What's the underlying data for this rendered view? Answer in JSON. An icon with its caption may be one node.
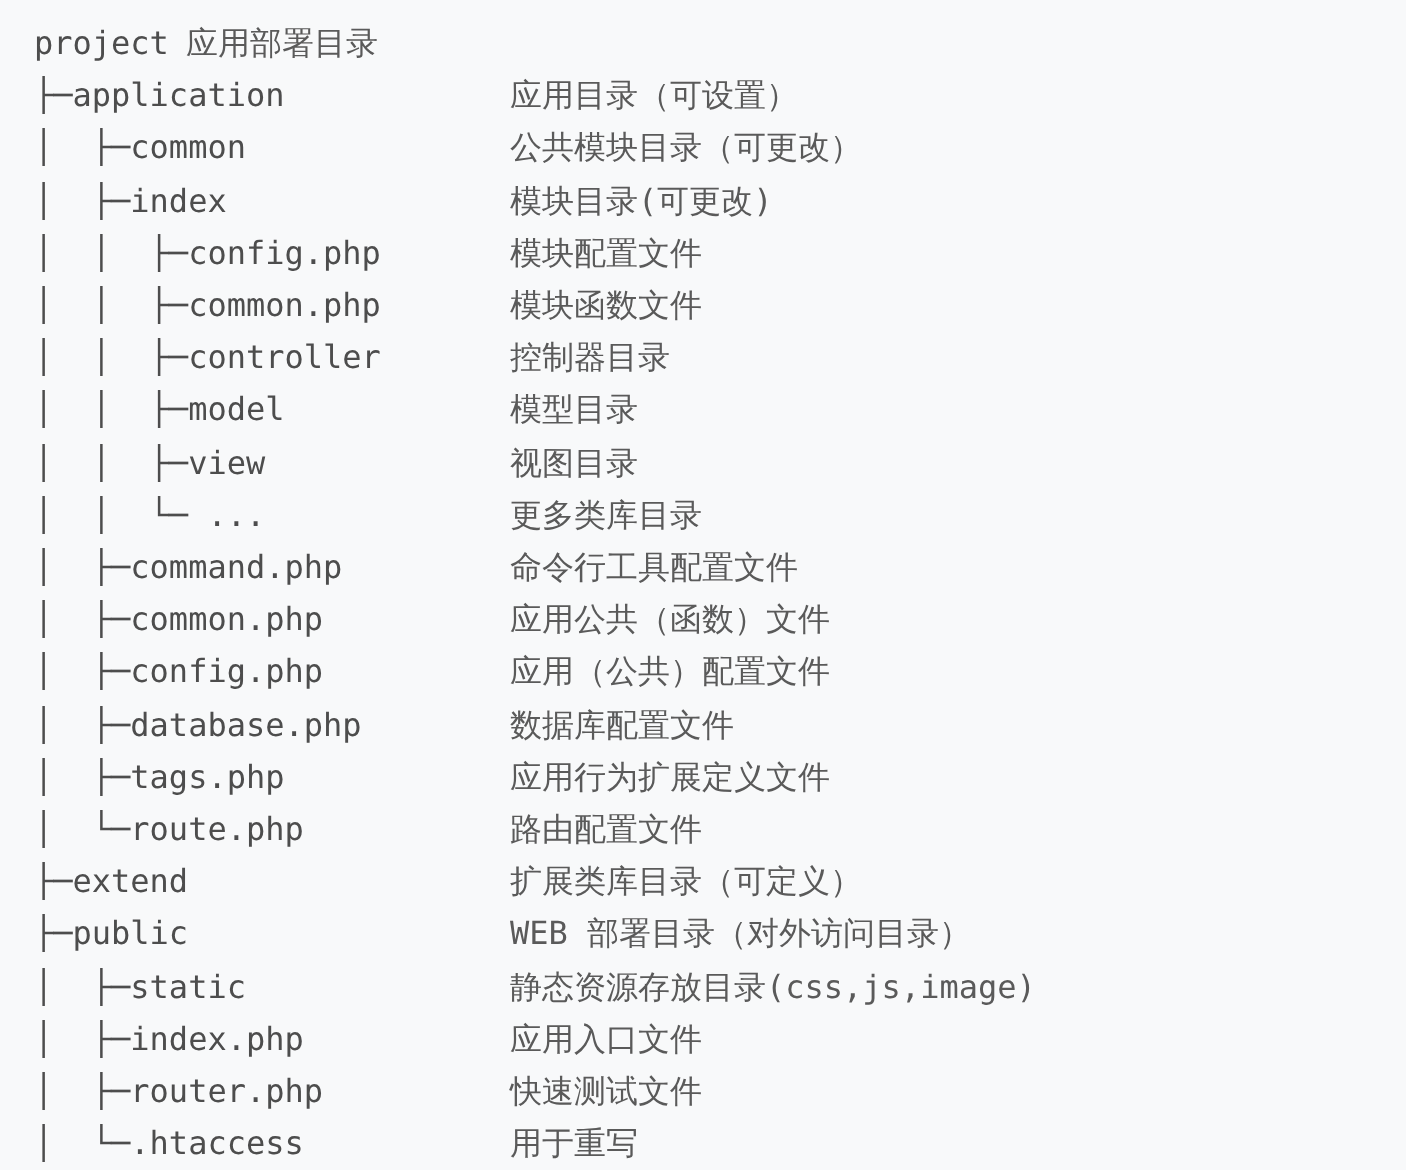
{
  "diagram": {
    "labels": [
      "project",
      "应用部署目录",
      "├─application",
      "应用目录（可设置）",
      "│  ├─common",
      "公共模块目录（可更改）",
      "│  ├─index",
      "模块目录(可更改)",
      "│  │  ├─config.php",
      "模块配置文件",
      "│  │  ├─common.php",
      "模块函数文件",
      "│  │  ├─controller",
      "控制器目录",
      "│  │  ├─model",
      "模型目录",
      "│  │  ├─view",
      "视图目录",
      "│  │  └─ ...",
      "更多类库目录",
      "│  ├─command.php",
      "命令行工具配置文件",
      "│  ├─common.php",
      "应用公共（函数）文件",
      "│  ├─config.php",
      "应用（公共）配置文件",
      "│  ├─database.php",
      "数据库配置文件",
      "│  ├─tags.php",
      "应用行为扩展定义文件",
      "│  └─route.php",
      "路由配置文件",
      "├─extend",
      "扩展类库目录（可定义）",
      "├─public",
      "WEB 部署目录（对外访问目录）",
      "│  ├─static",
      "静态资源存放目录(css,js,image)",
      "│  ├─index.php",
      "应用入口文件",
      "│  ├─router.php",
      "快速测试文件",
      "│  └─.htaccess",
      "用于重写"
    ]
  }
}
